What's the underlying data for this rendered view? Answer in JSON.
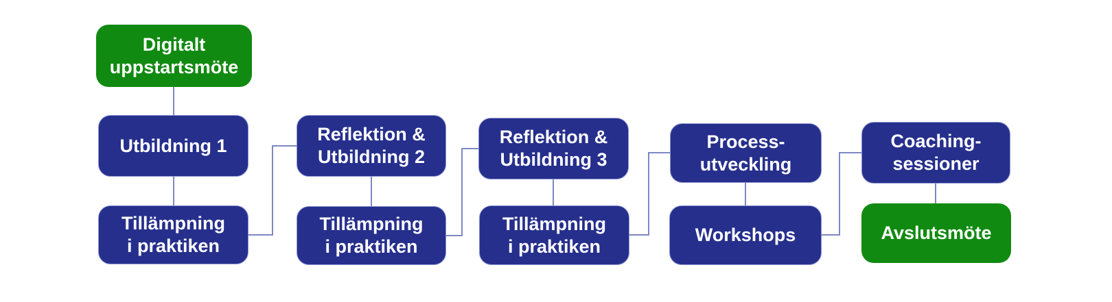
{
  "diagram": {
    "type": "flowchart",
    "colors": {
      "node_blue": "#262f8c",
      "node_green": "#118a11",
      "connector": "#7d88c4",
      "text": "#ffffff",
      "background": "#ffffff"
    },
    "nodes": [
      {
        "id": "digitalt-uppstartsmote",
        "label": "Digitalt\nuppstartsmöte",
        "color": "green"
      },
      {
        "id": "utbildning-1",
        "label": "Utbildning 1",
        "color": "blue"
      },
      {
        "id": "tillampning-i-praktiken-1",
        "label": "Tillämpning\ni praktiken",
        "color": "blue"
      },
      {
        "id": "reflektion-utbildning-2",
        "label": "Reflektion &\nUtbildning 2",
        "color": "blue"
      },
      {
        "id": "tillampning-i-praktiken-2",
        "label": "Tillämpning\ni praktiken",
        "color": "blue"
      },
      {
        "id": "reflektion-utbildning-3",
        "label": "Reflektion &\nUtbildning 3",
        "color": "blue"
      },
      {
        "id": "tillampning-i-praktiken-3",
        "label": "Tillämpning\ni praktiken",
        "color": "blue"
      },
      {
        "id": "process-utveckling",
        "label": "Process-\nutveckling",
        "color": "blue"
      },
      {
        "id": "workshops",
        "label": "Workshops",
        "color": "blue"
      },
      {
        "id": "coaching-sessioner",
        "label": "Coaching-\nsessioner",
        "color": "blue"
      },
      {
        "id": "avslutsmote",
        "label": "Avslutsmöte",
        "color": "green"
      }
    ],
    "edges": [
      {
        "from": "digitalt-uppstartsmote",
        "to": "utbildning-1"
      },
      {
        "from": "utbildning-1",
        "to": "tillampning-i-praktiken-1"
      },
      {
        "from": "tillampning-i-praktiken-1",
        "to": "reflektion-utbildning-2"
      },
      {
        "from": "reflektion-utbildning-2",
        "to": "tillampning-i-praktiken-2"
      },
      {
        "from": "tillampning-i-praktiken-2",
        "to": "reflektion-utbildning-3"
      },
      {
        "from": "reflektion-utbildning-3",
        "to": "tillampning-i-praktiken-3"
      },
      {
        "from": "tillampning-i-praktiken-3",
        "to": "process-utveckling"
      },
      {
        "from": "process-utveckling",
        "to": "workshops"
      },
      {
        "from": "workshops",
        "to": "coaching-sessioner"
      },
      {
        "from": "coaching-sessioner",
        "to": "avslutsmote"
      }
    ]
  }
}
